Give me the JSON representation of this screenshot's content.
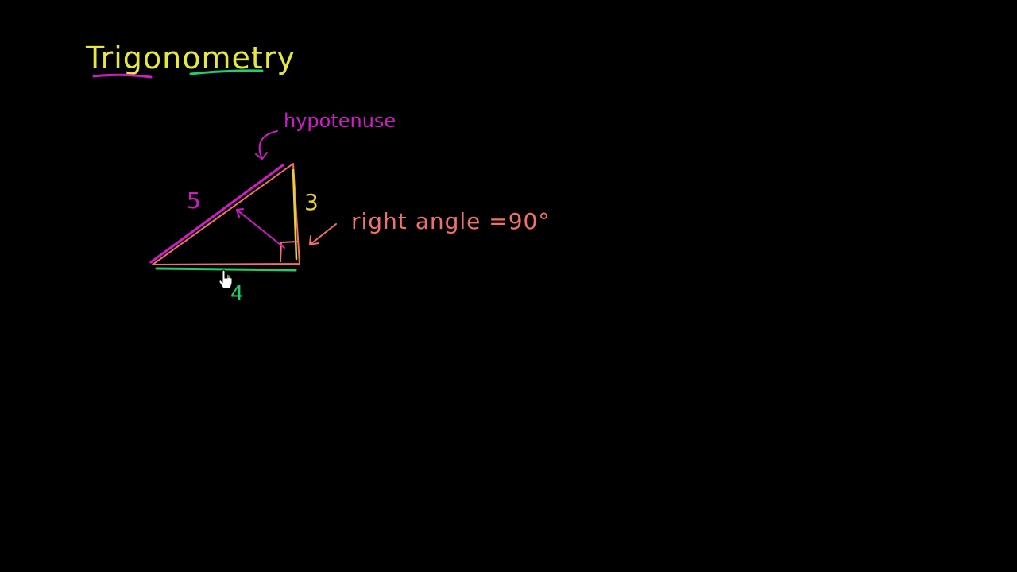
{
  "title": {
    "text": "Trigonometry",
    "color": "#e6e83c",
    "underline_colors": [
      "#d11bc9",
      "#1fcf6a"
    ]
  },
  "labels": {
    "hypotenuse": {
      "text": "hypotenuse",
      "color": "#d11bc9"
    },
    "side_5": {
      "text": "5",
      "color": "#d11bc9"
    },
    "side_3": {
      "text": "3",
      "color": "#e6d23a"
    },
    "side_4": {
      "text": "4",
      "color": "#1fcf6a"
    },
    "right_angle": {
      "text": "right angle =90°",
      "color": "#f0706a"
    }
  },
  "colors": {
    "background": "#000000",
    "triangle": "#f0706a",
    "hypotenuse_highlight": "#d11bc9",
    "vertical_highlight": "#e6d23a",
    "base_highlight": "#1fcf6a",
    "cursor": "#ffffff"
  },
  "icons": {
    "cursor": "hand-pointer-icon"
  }
}
